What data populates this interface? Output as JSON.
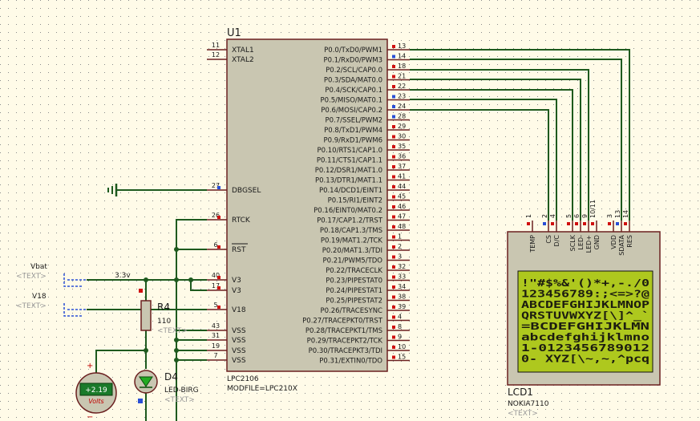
{
  "chip": {
    "ref": "U1",
    "part": "LPC2106",
    "model": "MODFILE=LPC210X",
    "left_pins": [
      {
        "num": "11",
        "name": "XTAL1"
      },
      {
        "num": "12",
        "name": "XTAL2"
      },
      {
        "num": "27",
        "name": "DBGSEL"
      },
      {
        "num": "26",
        "name": "RTCK"
      },
      {
        "num": "6",
        "name": "RST"
      },
      {
        "num": "40",
        "name": "V3"
      },
      {
        "num": "17",
        "name": "V3"
      },
      {
        "num": "5",
        "name": "V18"
      },
      {
        "num": "43",
        "name": "VSS"
      },
      {
        "num": "31",
        "name": "VSS"
      },
      {
        "num": "19",
        "name": "VSS"
      },
      {
        "num": "7",
        "name": "VSS"
      }
    ],
    "right_pins": [
      {
        "num": "13",
        "name": "P0.0/TxD0/PWM1"
      },
      {
        "num": "14",
        "name": "P0.1/RxD0/PWM3"
      },
      {
        "num": "18",
        "name": "P0.2/SCL/CAP0.0"
      },
      {
        "num": "21",
        "name": "P0.3/SDA/MAT0.0"
      },
      {
        "num": "22",
        "name": "P0.4/SCK/CAP0.1"
      },
      {
        "num": "23",
        "name": "P0.5/MISO/MAT0.1"
      },
      {
        "num": "24",
        "name": "P0.6/MOSI/CAP0.2"
      },
      {
        "num": "28",
        "name": "P0.7/SSEL/PWM2"
      },
      {
        "num": "29",
        "name": "P0.8/TxD1/PWM4"
      },
      {
        "num": "30",
        "name": "P0.9/RxD1/PWM6"
      },
      {
        "num": "35",
        "name": "P0.10/RTS1/CAP1.0"
      },
      {
        "num": "36",
        "name": "P0.11/CTS1/CAP1.1"
      },
      {
        "num": "37",
        "name": "P0.12/DSR1/MAT1.0"
      },
      {
        "num": "41",
        "name": "P0.13/DTR1/MAT1.1"
      },
      {
        "num": "44",
        "name": "P0.14/DCD1/EINT1"
      },
      {
        "num": "45",
        "name": "P0.15/RI1/EINT2"
      },
      {
        "num": "46",
        "name": "P0.16/EINT0/MAT0.2"
      },
      {
        "num": "47",
        "name": "P0.17/CAP1.2/TRST"
      },
      {
        "num": "48",
        "name": "P0.18/CAP1.3/TMS"
      },
      {
        "num": "1",
        "name": "P0.19/MAT1.2/TCK"
      },
      {
        "num": "2",
        "name": "P0.20/MAT1.3/TDI"
      },
      {
        "num": "3",
        "name": "P0.21/PWM5/TDO"
      },
      {
        "num": "32",
        "name": "P0.22/TRACECLK"
      },
      {
        "num": "33",
        "name": "P0.23/PIPESTAT0"
      },
      {
        "num": "34",
        "name": "P0.24/PIPESTAT1"
      },
      {
        "num": "38",
        "name": "P0.25/PIPESTAT2"
      },
      {
        "num": "39",
        "name": "P0.26/TRACESYNC"
      },
      {
        "num": "4",
        "name": "P0.27/TRACEPKT0/TRST"
      },
      {
        "num": "8",
        "name": "P0.28/TRACEPKT1/TMS"
      },
      {
        "num": "9",
        "name": "P0.29/TRACEPKT2/TCK"
      },
      {
        "num": "10",
        "name": "P0.30/TRACEPKT3/TDI"
      },
      {
        "num": "15",
        "name": "P0.31/EXTIN0/TDO"
      }
    ]
  },
  "lcd": {
    "ref": "LCD1",
    "part": "NOKIA7110",
    "text_tag": "<TEXT>",
    "pins": [
      {
        "num": "1",
        "name": "TEMP"
      },
      {
        "num": "2",
        "name": "CS"
      },
      {
        "num": "4",
        "name": "D/C"
      },
      {
        "num": "5",
        "name": "SCLK"
      },
      {
        "num": "6",
        "name": "LED-"
      },
      {
        "num": "9",
        "name": "LED+"
      },
      {
        "num": "10/11",
        "name": "GND"
      },
      {
        "num": "3",
        "name": "VDD"
      },
      {
        "num": "13",
        "name": "SDATA"
      },
      {
        "num": "14",
        "name": "RES"
      }
    ],
    "screen_lines": [
      "!\"#$%&'()*+,-./0",
      "123456789:;<=>?@",
      "ABCDEFGHIJKLMNOP",
      "QRSTUVWXYZ[\\]^_`",
      "=BCDEFGHIJKLMN",
      "abcdefghijklmno",
      "1-0123456789012",
      "0- XYZ[\\~,~,^pcq"
    ],
    "screen_bg": "#aec81e",
    "screen_fg": "#1c1c10"
  },
  "r4": {
    "ref": "R4",
    "value": "110",
    "text_tag": "<TEXT>"
  },
  "d4": {
    "ref": "D4",
    "part": "LED-BIRG",
    "text_tag": "<TEXT>"
  },
  "voltmeter": {
    "reading": "+2.19",
    "unit": "Volts"
  },
  "terminals": {
    "vbat": {
      "name": "Vbat",
      "text_tag": "<TEXT>"
    },
    "v18": {
      "name": "V18",
      "text_tag": "<TEXT>"
    }
  },
  "net_label": "3.3v",
  "colors": {
    "wire": "#1e5a1e",
    "body": "#c9c6b1",
    "outline": "#6b2020",
    "pin_red": "#d01010",
    "pin_blue": "#2a4fd6",
    "lcd_screen": "#aec81e"
  }
}
